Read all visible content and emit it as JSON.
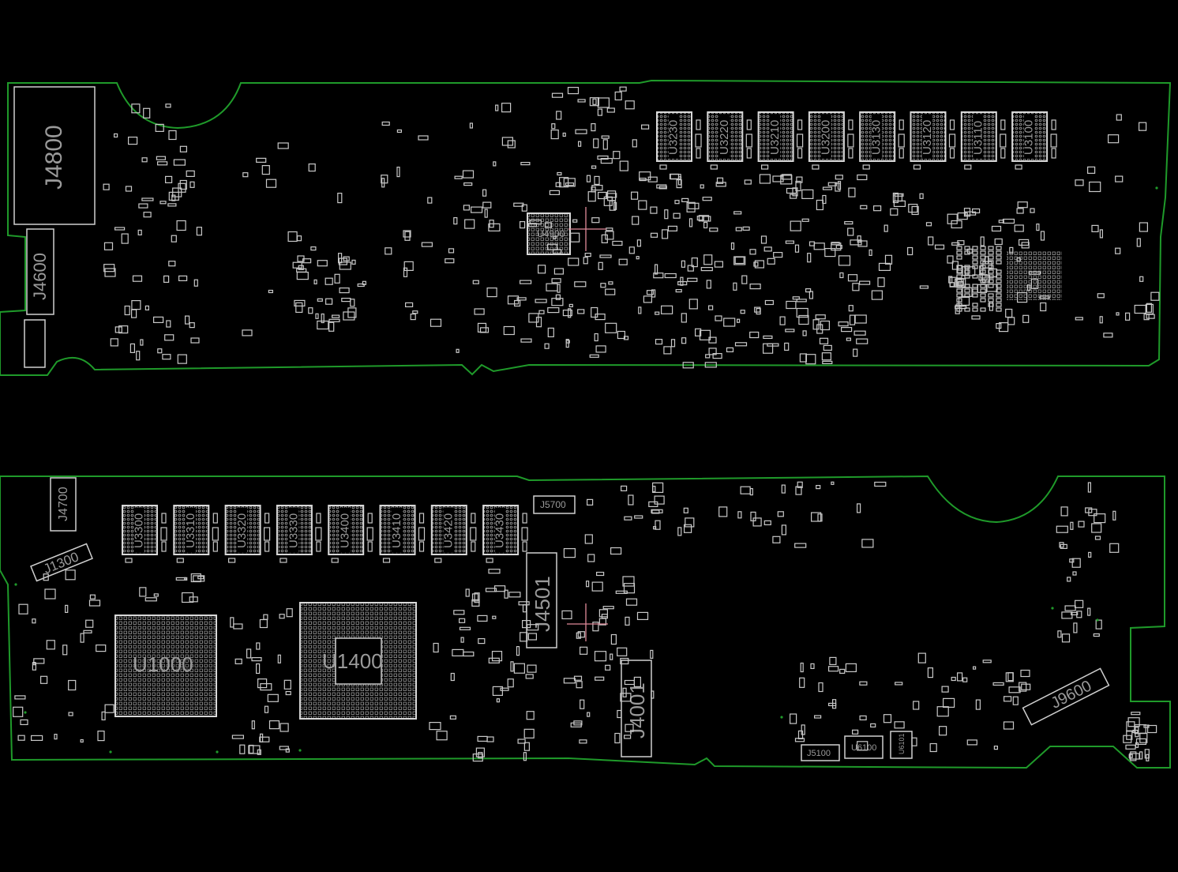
{
  "view": {
    "colors": {
      "background": "#000000",
      "outline": "#1f9a2a",
      "parts": "#cfcfcf",
      "cursor": "#e08a9a"
    }
  },
  "top_board": {
    "components": {
      "j4800": "J4800",
      "j4600": "J4600",
      "u4900": "U4900",
      "memory": [
        "U3230",
        "U3220",
        "U3210",
        "U3200",
        "U3130",
        "U3120",
        "U3110",
        "U3100"
      ]
    }
  },
  "bottom_board": {
    "components": {
      "j4700": "J4700",
      "j1300": "J1300",
      "memory": [
        "U3300",
        "U3310",
        "U3320",
        "U3330",
        "U3400",
        "U3410",
        "U3420",
        "U3430"
      ],
      "j5700": "J5700",
      "j4501": "J4501",
      "u1000": "U1000",
      "u1400": "U1400",
      "j4001": "J4001",
      "j5100": "J5100",
      "u6100": "U6100",
      "u6101": "U6101",
      "j9600": "J9600"
    }
  }
}
